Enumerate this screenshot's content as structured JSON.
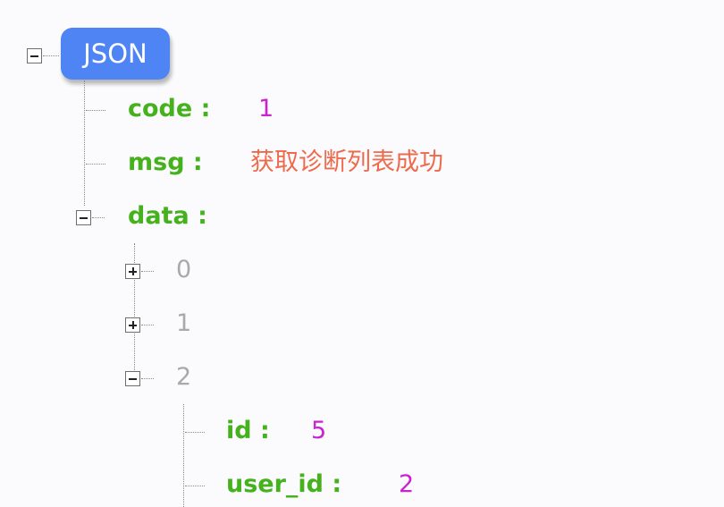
{
  "root": {
    "label": "JSON",
    "expanded": true
  },
  "nodes": {
    "code": {
      "key": "code :",
      "value": "1"
    },
    "msg": {
      "key": "msg :",
      "value": "获取诊断列表成功"
    },
    "data": {
      "key": "data :",
      "expanded": true,
      "items": [
        {
          "index": "0",
          "expanded": false
        },
        {
          "index": "1",
          "expanded": false
        },
        {
          "index": "2",
          "expanded": true
        }
      ]
    },
    "item2": {
      "id": {
        "key": "id :",
        "value": "5"
      },
      "user_id": {
        "key": "user_id :",
        "value": "2"
      }
    }
  },
  "icons": {
    "expand": "plus-box-icon",
    "collapse": "minus-box-icon"
  },
  "colors": {
    "badge_bg": "#4f84f5",
    "key": "#45b11d",
    "number": "#c922d0",
    "string": "#ee6a4c",
    "index": "#a9a9a9"
  }
}
